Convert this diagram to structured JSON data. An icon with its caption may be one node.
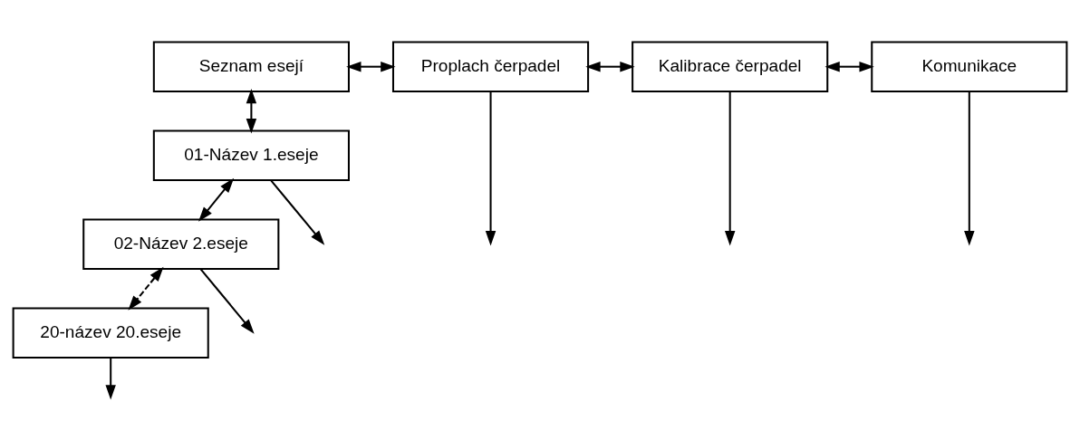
{
  "diagram": {
    "nodes": [
      {
        "text": [
          "Seznam esejí"
        ]
      },
      {
        "text": [
          "Proplach čerpadel"
        ]
      },
      {
        "text": [
          "Kalibrace čerpadel"
        ]
      },
      {
        "text": [
          "Komunikace"
        ]
      },
      {
        "text": [
          "01-Název 1.eseje"
        ]
      },
      {
        "text": [
          "02-Název 2.eseje"
        ]
      },
      {
        "text": [
          "20-název 20.eseje"
        ]
      }
    ],
    "edges": [
      {
        "from": 0,
        "to": 1,
        "arrow": "both"
      },
      {
        "from": 1,
        "to": 2,
        "arrow": "both"
      },
      {
        "from": 2,
        "to": 3,
        "arrow": "both"
      },
      {
        "from": 0,
        "to": 4,
        "arrow": "both"
      },
      {
        "from": 4,
        "to": 5,
        "arrow": "both"
      },
      {
        "from": 5,
        "to": 6,
        "arrow": "both",
        "style": "dashed"
      },
      {
        "from": 4,
        "to": null,
        "arrow": "to"
      },
      {
        "from": 5,
        "to": null,
        "arrow": "to"
      },
      {
        "from": 6,
        "to": null,
        "arrow": "to"
      },
      {
        "from": 1,
        "to": null,
        "arrow": "to"
      },
      {
        "from": 2,
        "to": null,
        "arrow": "to"
      },
      {
        "from": 3,
        "to": null,
        "arrow": "to"
      }
    ]
  }
}
